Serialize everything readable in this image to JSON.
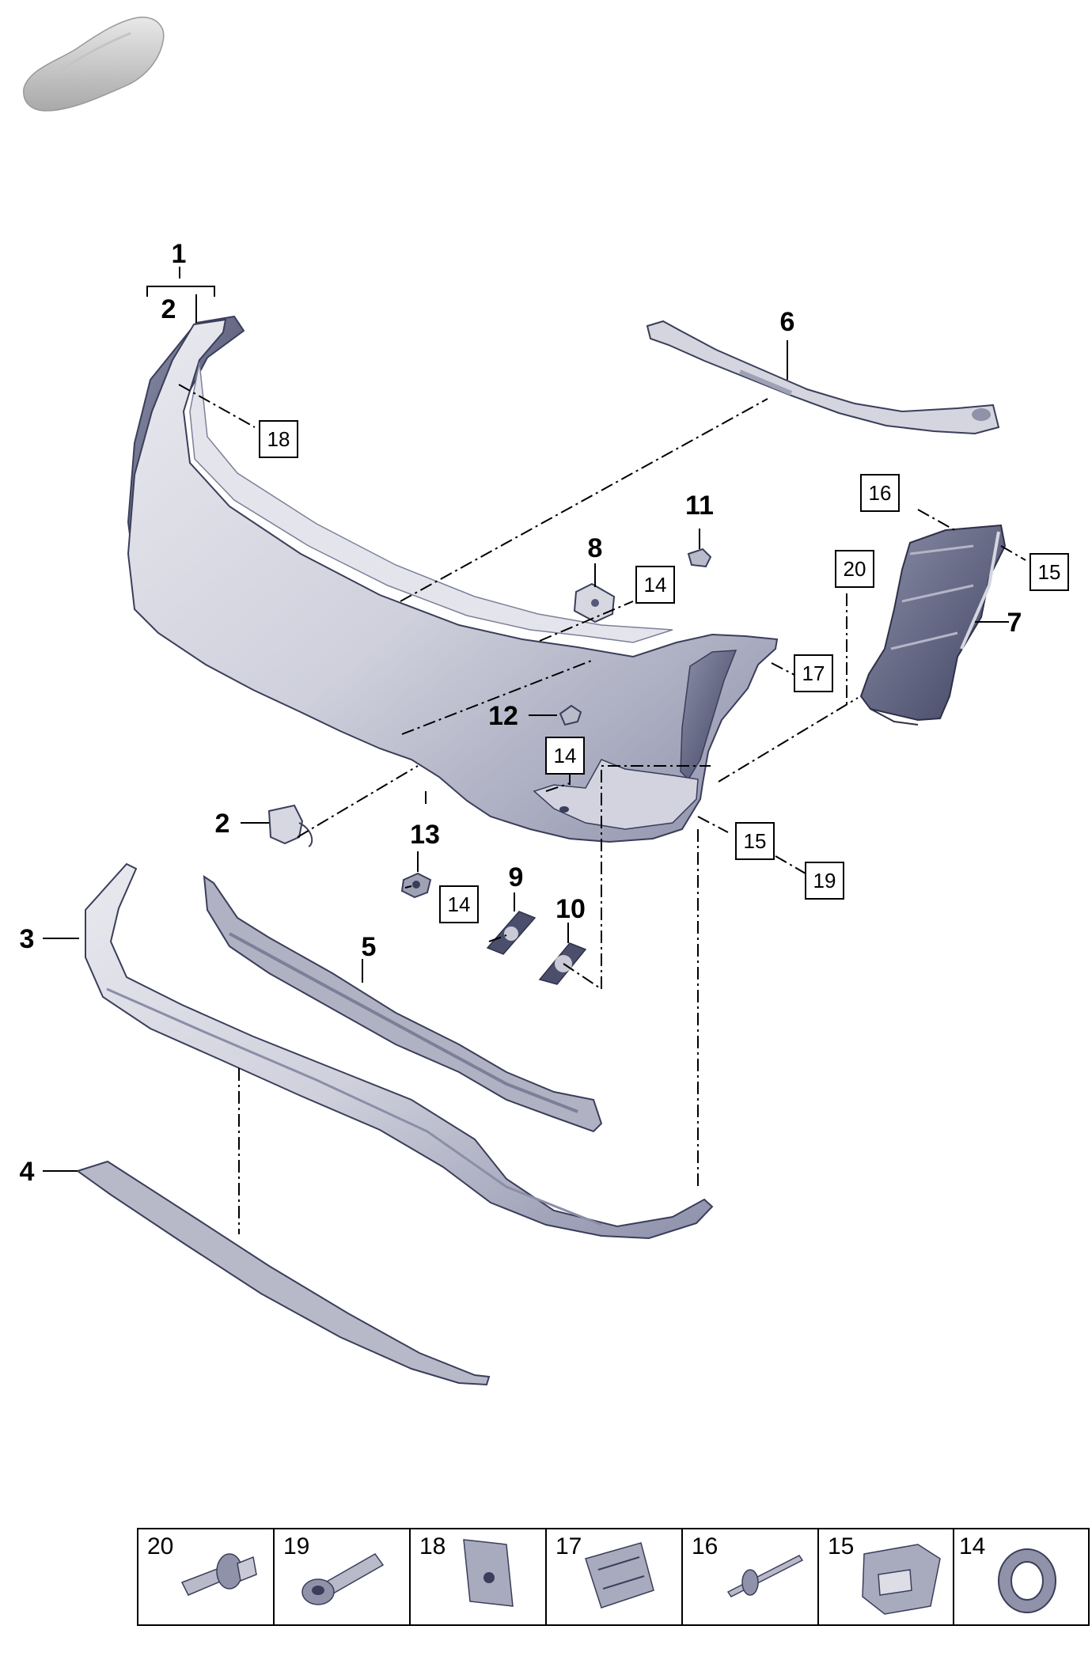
{
  "part_labels": [
    "1",
    "2",
    "2",
    "3",
    "4",
    "5",
    "6",
    "7",
    "8",
    "9",
    "10",
    "11",
    "12",
    "13"
  ],
  "boxed_refs": [
    "18",
    "16",
    "20",
    "15",
    "14",
    "17",
    "14",
    "15",
    "19",
    "14"
  ],
  "legend": [
    "20",
    "19",
    "18",
    "17",
    "16",
    "15",
    "14"
  ],
  "colors": {
    "part_light": "#d6d7e0",
    "part_mid": "#aeb0c2",
    "part_dark": "#565a78",
    "line": "#000000"
  }
}
